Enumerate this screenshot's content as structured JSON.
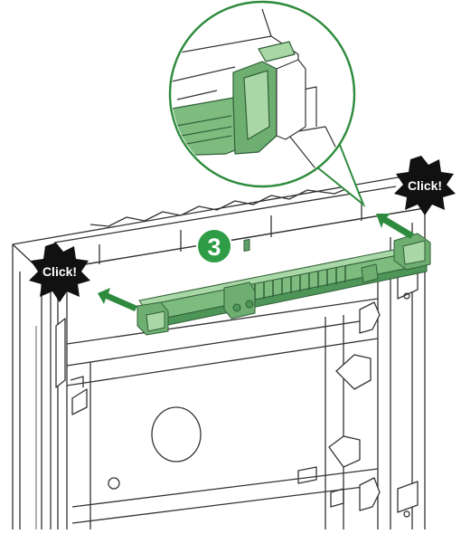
{
  "callouts": {
    "click_left": "Click!",
    "click_right": "Click!"
  },
  "step": {
    "number": "3"
  },
  "colors": {
    "rail_green": "#7dbb7f",
    "rail_green_dark": "#3f7f48",
    "rail_green_light": "#a9d7a6",
    "arrow_green": "#2e8b3d",
    "step_badge": "#2e9d45",
    "burst": "#111111",
    "outline": "#333333",
    "fill": "#ffffff"
  },
  "icons": {
    "arrow": "arrow-icon",
    "burst": "starburst-icon",
    "magnifier": "zoom-detail-circle"
  }
}
